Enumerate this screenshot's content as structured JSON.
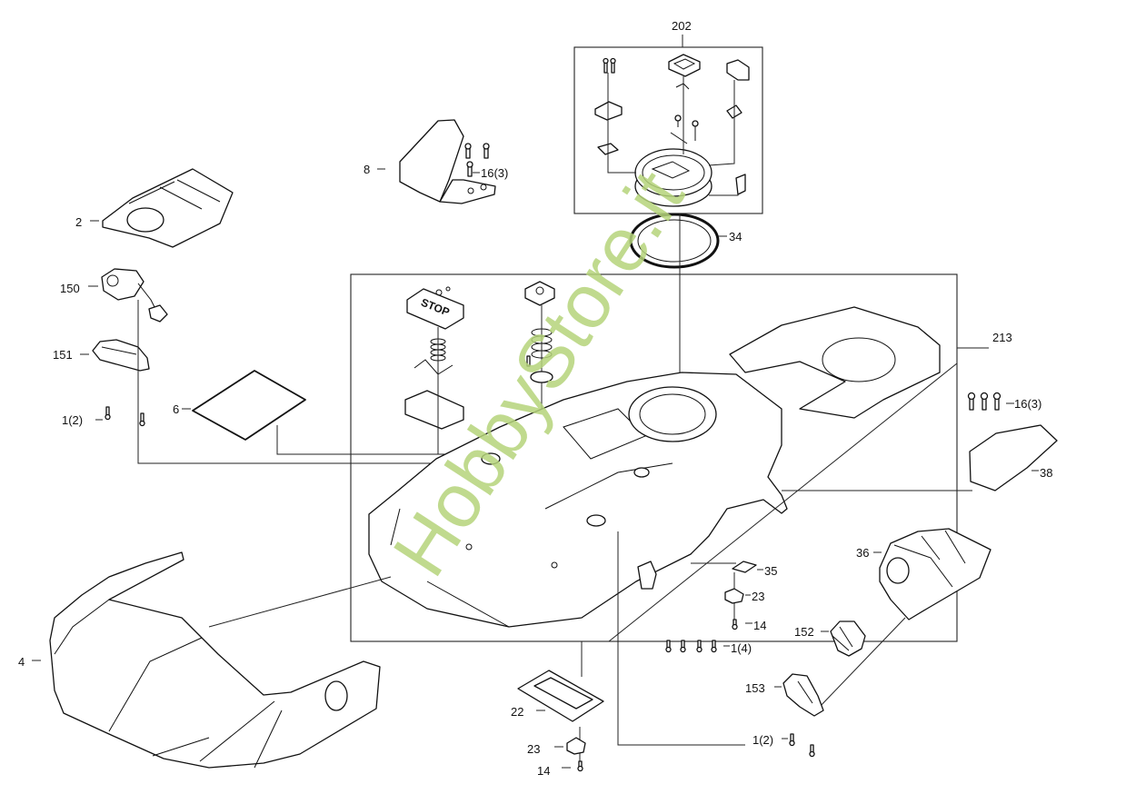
{
  "diagram": {
    "title": "Exploded parts diagram - robotic mower body",
    "watermark": "HobbyStore.it",
    "colors": {
      "line": "#111111",
      "watermark": "#b5d47a",
      "background": "#ffffff"
    },
    "groups": {
      "top_module": "202",
      "chassis": "213"
    },
    "labels": {
      "p202": "202",
      "p213": "213",
      "p8": "8",
      "p16a": "16(3)",
      "p2": "2",
      "p150": "150",
      "p151": "151",
      "p1a": "1(2)",
      "p6": "6",
      "p34": "34",
      "p16b": "16(3)",
      "p38": "38",
      "p36": "36",
      "p35": "35",
      "p23a": "23",
      "p14a": "14",
      "p1b": "1(4)",
      "p152": "152",
      "p153": "153",
      "p1c": "1(2)",
      "p4": "4",
      "p22": "22",
      "p23b": "23",
      "p14b": "14"
    },
    "button_text": {
      "stop": "STOP"
    }
  }
}
